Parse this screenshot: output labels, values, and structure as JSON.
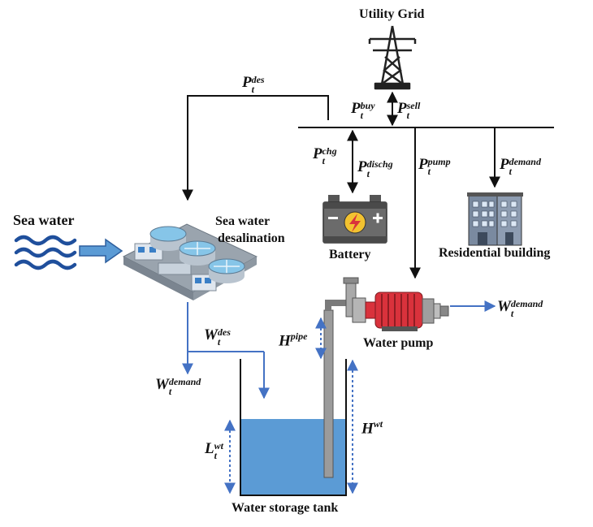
{
  "labels": {
    "utility_grid": "Utility Grid",
    "sea_water": "Sea water",
    "desal_line1": "Sea water",
    "desal_line2": "desalination",
    "battery": "Battery",
    "residential": "Residential building",
    "water_pump": "Water pump",
    "tank": "Water storage tank"
  },
  "variables": {
    "p_des": {
      "base": "P",
      "sup": "des",
      "sub": "t"
    },
    "p_buy": {
      "base": "P",
      "sup": "buy",
      "sub": "t"
    },
    "p_sell": {
      "base": "P",
      "sup": "sell",
      "sub": "t"
    },
    "p_chg": {
      "base": "P",
      "sup": "chg",
      "sub": "t"
    },
    "p_dischg": {
      "base": "P",
      "sup": "dischg",
      "sub": "t"
    },
    "p_pump": {
      "base": "P",
      "sup": "pump",
      "sub": "t"
    },
    "p_demand": {
      "base": "P",
      "sup": "demand",
      "sub": "t"
    },
    "w_des": {
      "base": "W",
      "sup": "des",
      "sub": "t"
    },
    "w_demand_left": {
      "base": "W",
      "sup": "demand",
      "sub": "t"
    },
    "w_demand_right": {
      "base": "W",
      "sup": "demand",
      "sub": "t"
    },
    "h_pipe": {
      "base": "H",
      "sup": "pipe",
      "sub": ""
    },
    "h_wt": {
      "base": "H",
      "sup": "wt",
      "sub": ""
    },
    "l_wt": {
      "base": "L",
      "sup": "wt",
      "sub": "t"
    }
  },
  "colors": {
    "line": "#111111",
    "flow": "#4472c4",
    "water": "#5b9bd5",
    "pump_red": "#d9323c",
    "battery_body": "#6b6b6b"
  },
  "icons": {
    "grid": "transmission-tower-icon",
    "waves": "sea-waves-icon",
    "plant": "desalination-plant-icon",
    "battery": "battery-icon",
    "building": "residential-building-icon",
    "pump": "water-pump-icon",
    "tank": "water-tank-icon"
  }
}
